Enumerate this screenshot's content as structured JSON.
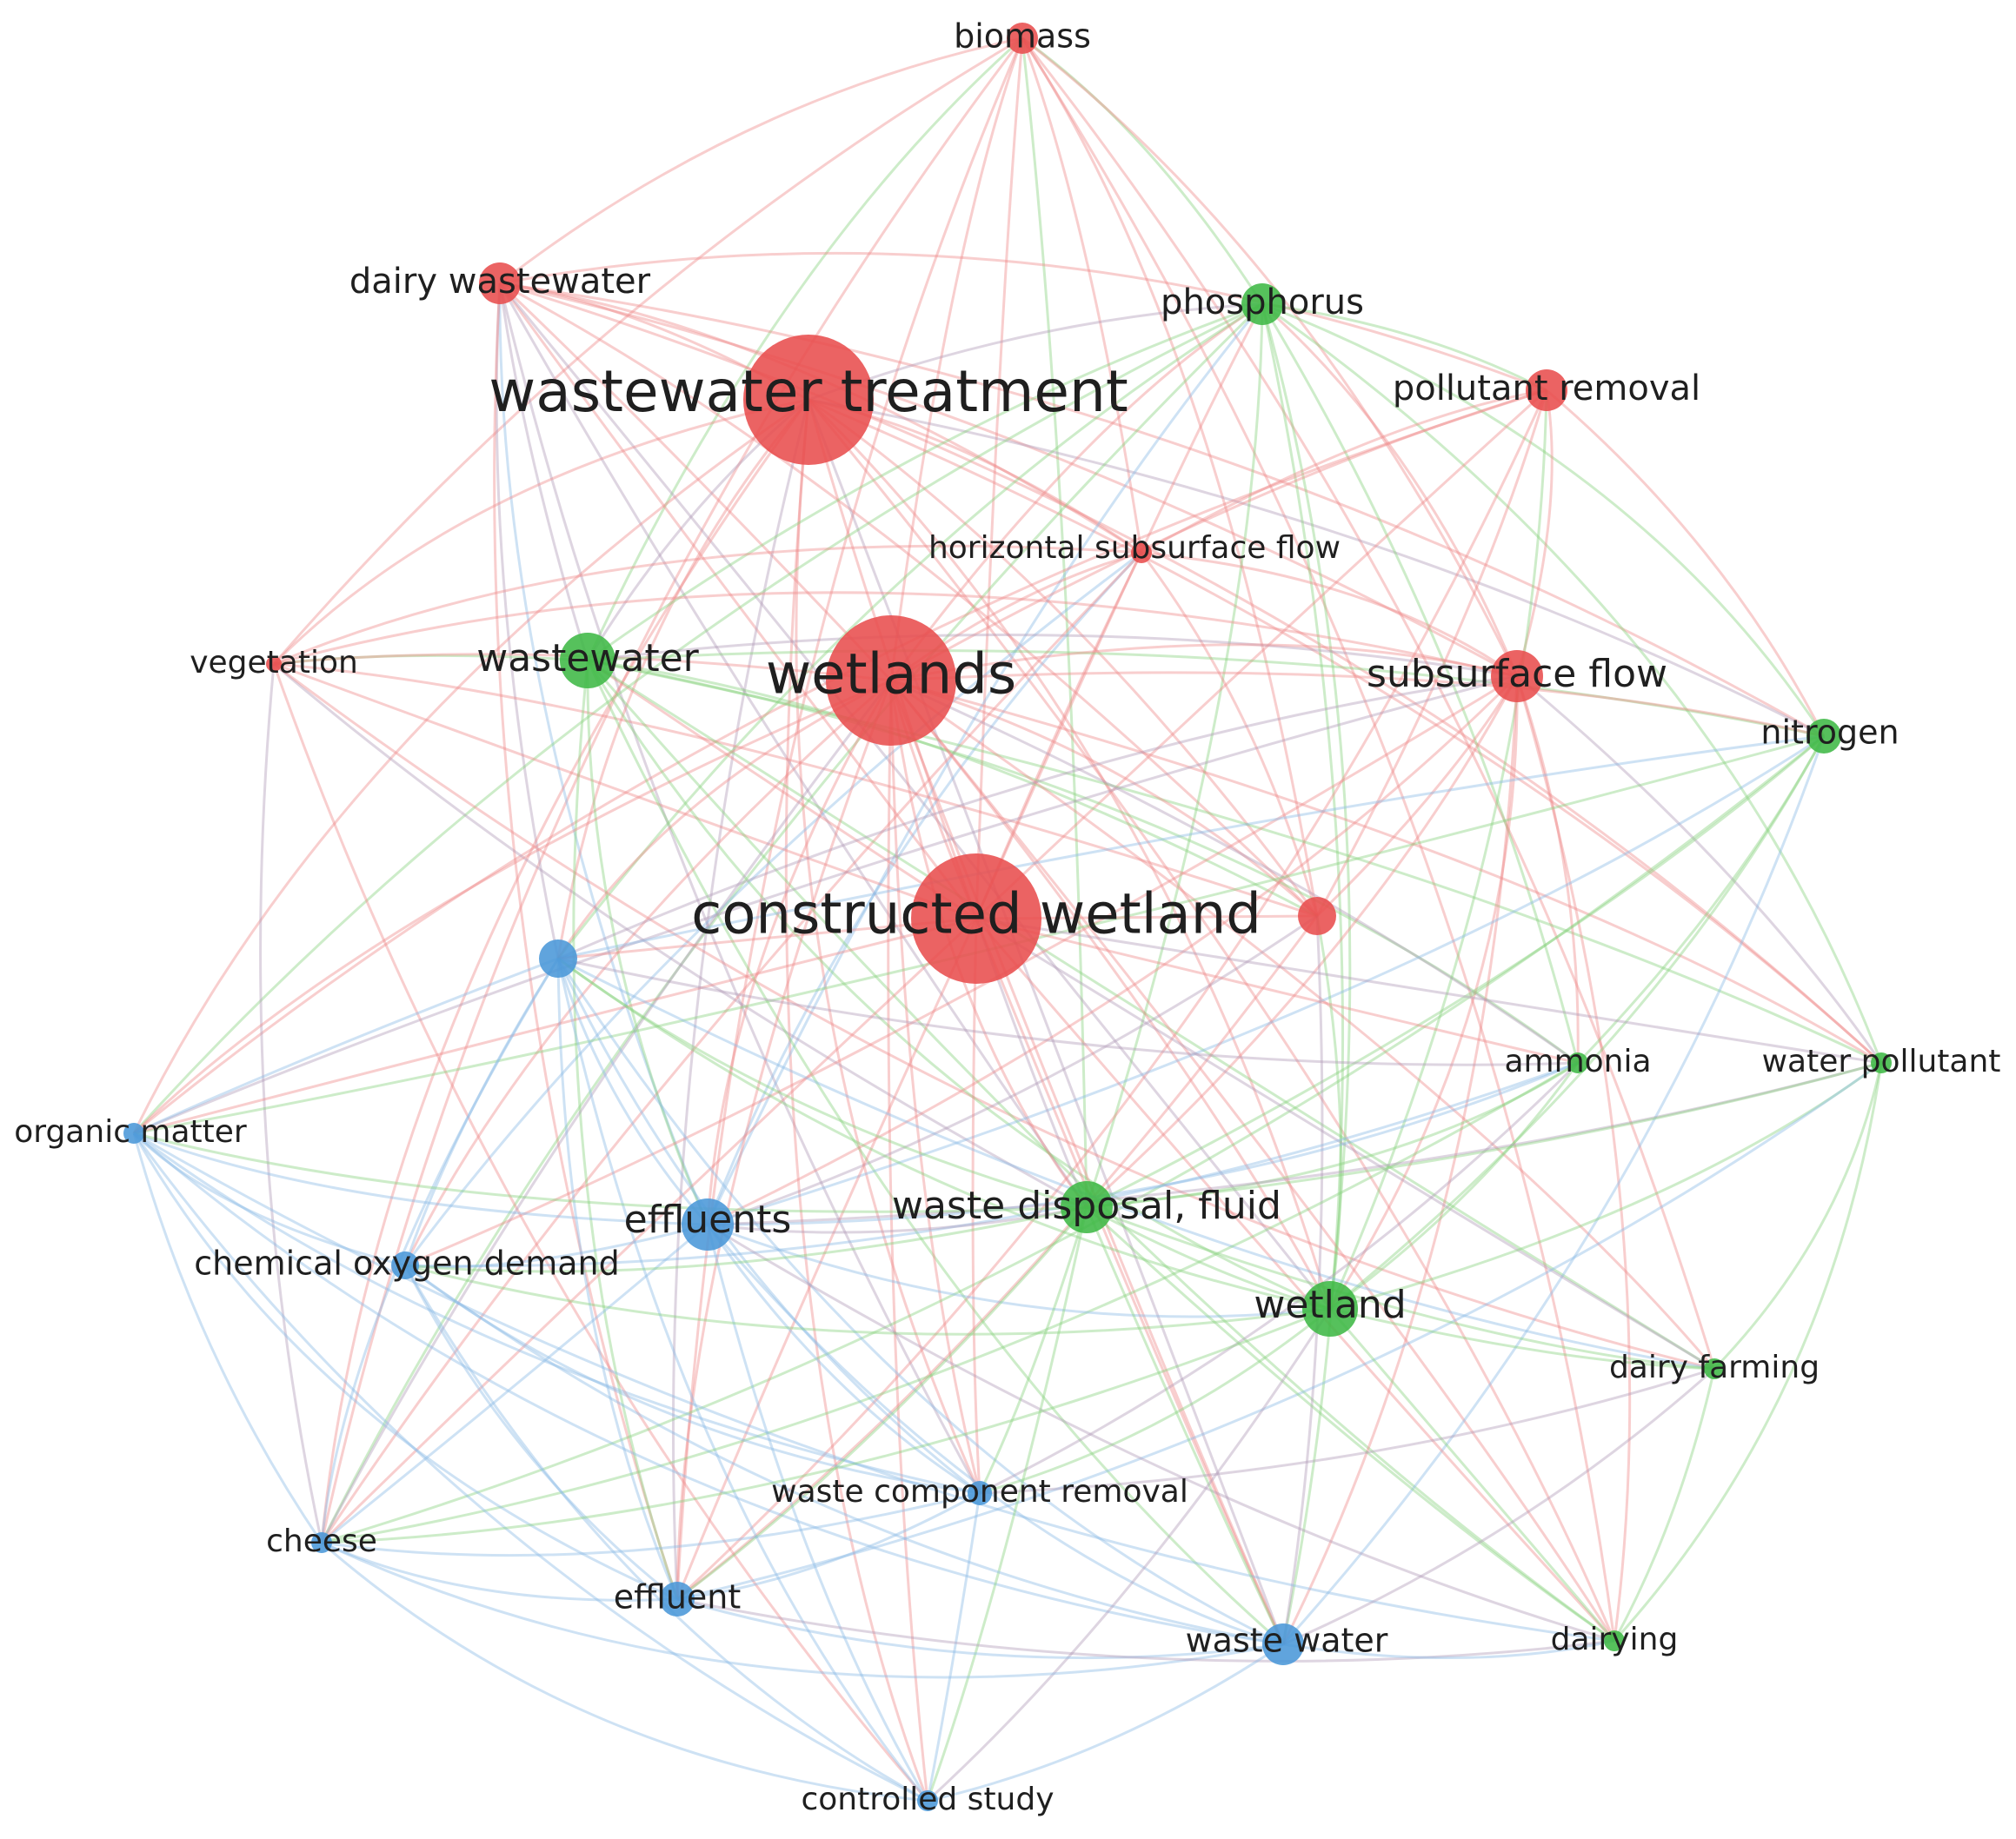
{
  "colors": {
    "cluster_red": "#e84d4d",
    "cluster_green": "#3fb845",
    "cluster_blue": "#4a97d8",
    "edge_red": "#ef8b8b",
    "edge_green": "#87d17e",
    "edge_blue": "#8ab9e4",
    "edge_mixed": "#b09ab8"
  },
  "nodes": [
    {
      "id": "biomass",
      "label": "biomass",
      "cluster": "red",
      "weight": 2
    },
    {
      "id": "dairy_wastewater",
      "label": "dairy wastewater",
      "cluster": "red",
      "weight": 3
    },
    {
      "id": "wastewater_treatment",
      "label": "wastewater treatment",
      "cluster": "red",
      "weight": 10
    },
    {
      "id": "phosphorus",
      "label": "phosphorus",
      "cluster": "green",
      "weight": 3
    },
    {
      "id": "pollutant_removal",
      "label": "pollutant removal",
      "cluster": "red",
      "weight": 3
    },
    {
      "id": "horizontal_subsurface_flow",
      "label": "horizontal subsurface flow",
      "cluster": "red",
      "weight": 1
    },
    {
      "id": "vegetation",
      "label": "vegetation",
      "cluster": "red",
      "weight": 1
    },
    {
      "id": "wastewater",
      "label": "wastewater",
      "cluster": "green",
      "weight": 4
    },
    {
      "id": "wetlands",
      "label": "wetlands",
      "cluster": "red",
      "weight": 10
    },
    {
      "id": "subsurface_flow",
      "label": "subsurface flow",
      "cluster": "red",
      "weight": 4
    },
    {
      "id": "nitrogen",
      "label": "nitrogen",
      "cluster": "green",
      "weight": 2
    },
    {
      "id": "unlabeled_red",
      "label": "",
      "cluster": "red",
      "weight": 3
    },
    {
      "id": "constructed_wetland",
      "label": "constructed wetland",
      "cluster": "red",
      "weight": 10
    },
    {
      "id": "unlabeled_blue",
      "label": "",
      "cluster": "blue",
      "weight": 3
    },
    {
      "id": "ammonia",
      "label": "ammonia",
      "cluster": "green",
      "weight": 1
    },
    {
      "id": "water_pollutant",
      "label": "water pollutant",
      "cluster": "green",
      "weight": 1
    },
    {
      "id": "organic_matter",
      "label": "organic matter",
      "cluster": "blue",
      "weight": 1
    },
    {
      "id": "effluents",
      "label": "effluents",
      "cluster": "blue",
      "weight": 4
    },
    {
      "id": "waste_disposal_fluid",
      "label": "waste disposal, fluid",
      "cluster": "green",
      "weight": 4
    },
    {
      "id": "chemical_oxygen_demand",
      "label": "chemical oxygen demand",
      "cluster": "blue",
      "weight": 2
    },
    {
      "id": "wetland",
      "label": "wetland",
      "cluster": "green",
      "weight": 4
    },
    {
      "id": "dairy_farming",
      "label": "dairy farming",
      "cluster": "green",
      "weight": 1
    },
    {
      "id": "waste_component_removal",
      "label": "waste component removal",
      "cluster": "blue",
      "weight": 1
    },
    {
      "id": "cheese",
      "label": "cheese",
      "cluster": "blue",
      "weight": 1
    },
    {
      "id": "effluent",
      "label": "effluent",
      "cluster": "blue",
      "weight": 2
    },
    {
      "id": "waste_water",
      "label": "waste water",
      "cluster": "blue",
      "weight": 3
    },
    {
      "id": "dairying",
      "label": "dairying",
      "cluster": "green",
      "weight": 1
    },
    {
      "id": "controlled_study",
      "label": "controlled study",
      "cluster": "blue",
      "weight": 1
    }
  ]
}
